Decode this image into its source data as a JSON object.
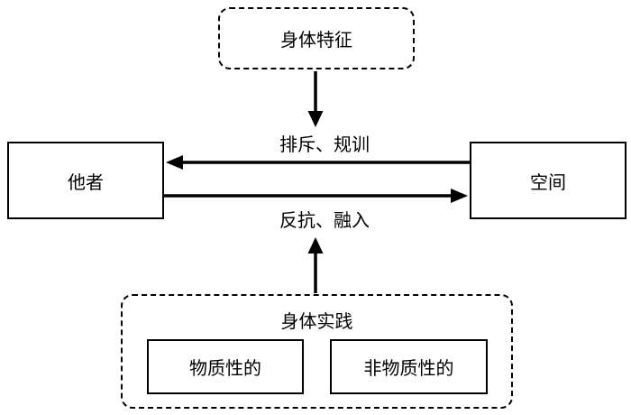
{
  "diagram": {
    "top_box": {
      "label": "身体特征"
    },
    "left_box": {
      "label": "他者"
    },
    "right_box": {
      "label": "空间"
    },
    "bottom_box": {
      "label": "身体实践",
      "children": [
        {
          "label": "物质性的"
        },
        {
          "label": "非物质性的"
        }
      ]
    },
    "arrow_labels": {
      "right_to_left": "排斥、规训",
      "left_to_right": "反抗、融入"
    },
    "colors": {
      "line": "#000000",
      "text": "#000000",
      "background": "#ffffff"
    }
  }
}
